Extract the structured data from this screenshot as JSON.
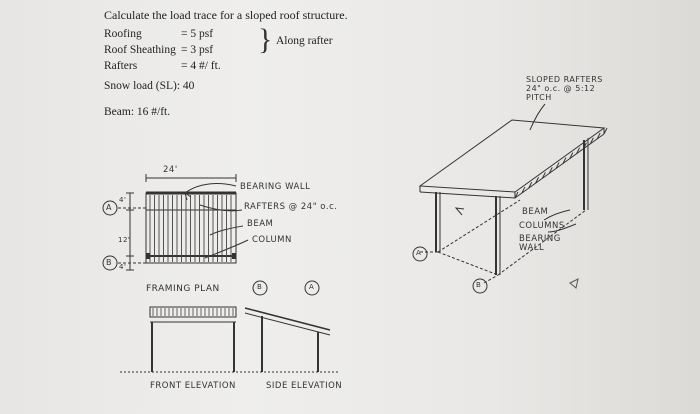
{
  "problem": {
    "title": "Calculate the load trace for a sloped roof structure.",
    "roofing_label": "Roofing",
    "roofing_value": "= 5 psf",
    "sheathing_label": "Roof Sheathing",
    "sheathing_value": "= 3 psf",
    "rafters_label": "Rafters",
    "rafters_value": "= 4 #/ ft.",
    "bracket_note": "Along rafter",
    "snow_load": "Snow load (SL): 40",
    "beam": "Beam:  16 #/ft."
  },
  "plan": {
    "dim_24": "24'",
    "dim_4": "4'",
    "dim_12": "12'",
    "dim_4b": "4'",
    "grid_a": "A",
    "grid_b": "B",
    "bearing_wall": "BEARING WALL",
    "rafters": "RAFTERS @ 24\" o.c.",
    "beam": "BEAM",
    "column": "COLUMN",
    "title": "FRAMING PLAN"
  },
  "elevations": {
    "marker_b": "B",
    "marker_a": "A",
    "front": "FRONT ELEVATION",
    "side": "SIDE ELEVATION"
  },
  "iso": {
    "sloped_rafters": "SLOPED RAFTERS",
    "spacing": "24\" o.c. @ 5:12",
    "pitch": "PITCH",
    "beam": "BEAM",
    "columns": "COLUMNS",
    "bearing_wall_1": "BEARING",
    "bearing_wall_2": "WALL",
    "grid_a": "A",
    "grid_b": "B"
  }
}
